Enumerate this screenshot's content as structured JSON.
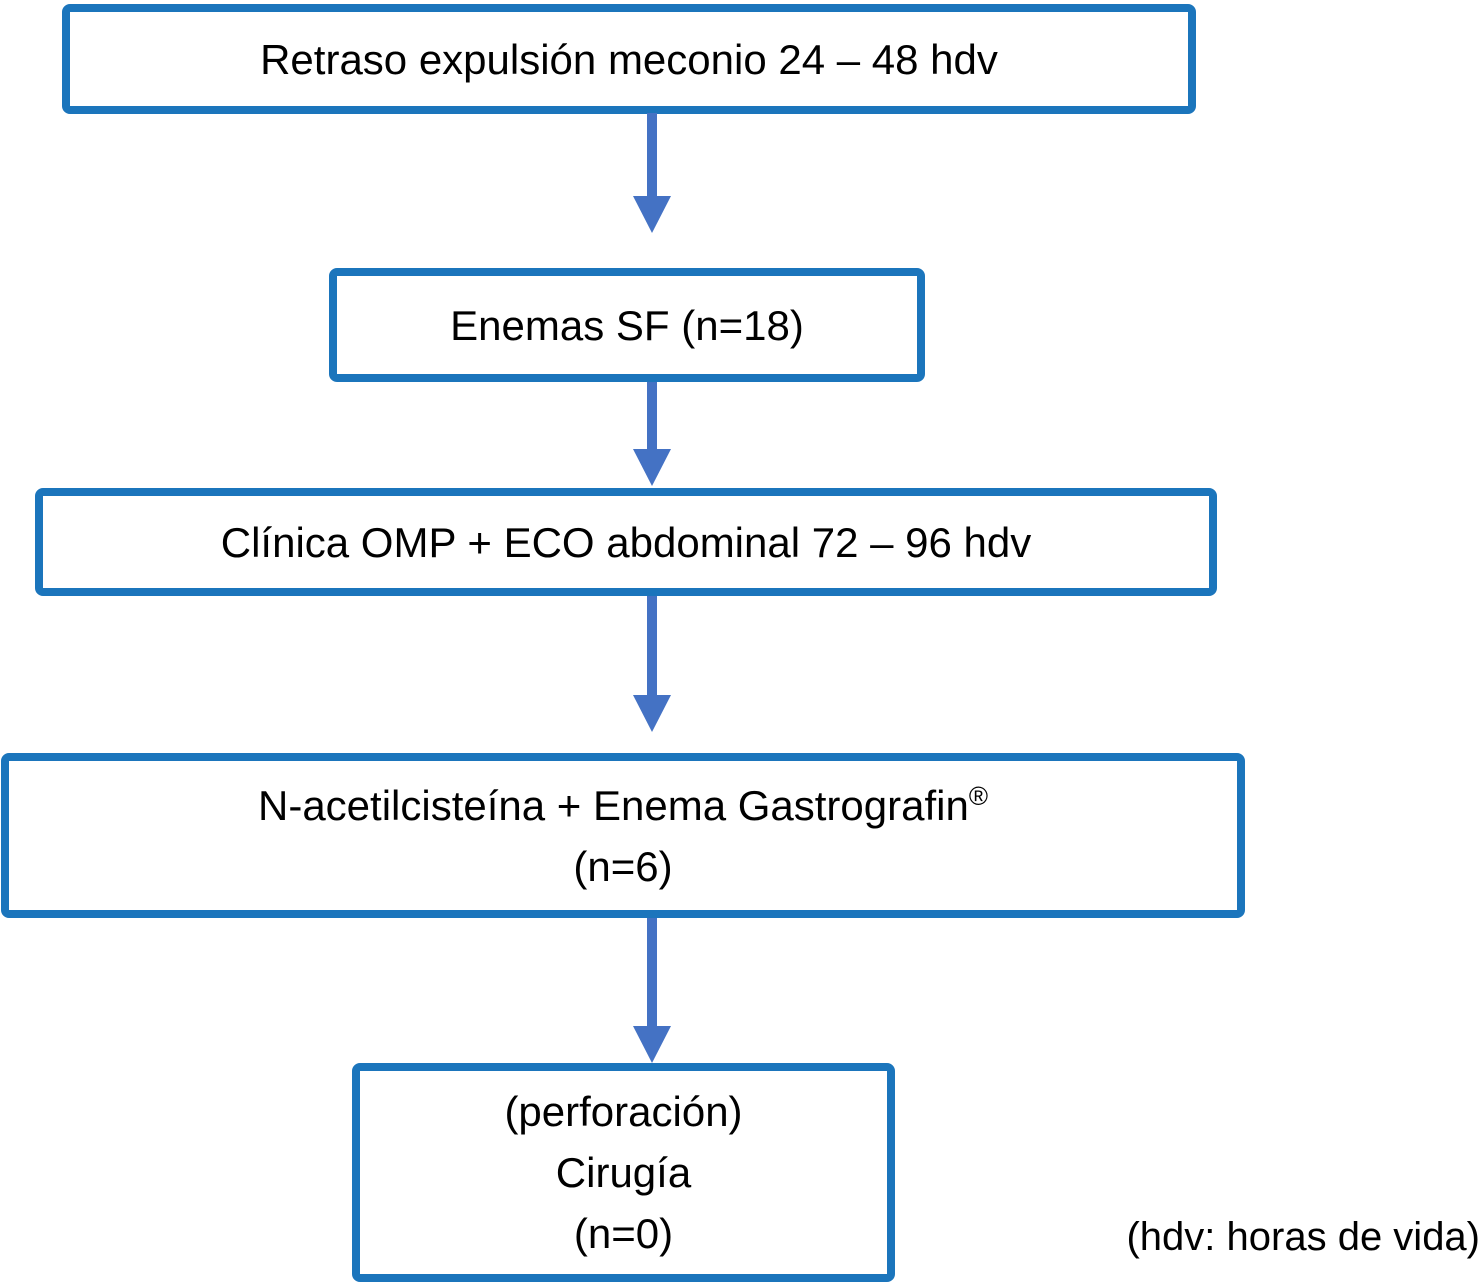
{
  "colors": {
    "box-border": "#1B75BC",
    "arrow": "#4472C4",
    "text": "#000000",
    "bg": "#FFFFFF"
  },
  "flowchart": {
    "boxes": [
      {
        "name": "retraso-expulsion-meconio",
        "lines": [
          "Retraso expulsión meconio 24 – 48 hdv"
        ]
      },
      {
        "name": "enemas-sf",
        "lines": [
          "Enemas SF (n=18)"
        ]
      },
      {
        "name": "clinica-omp-eco",
        "lines": [
          "Clínica OMP + ECO abdominal 72 – 96 hdv"
        ]
      },
      {
        "name": "nacetilcisteina-enema",
        "lines": [
          "N-acetilcisteína + Enema Gastrografin",
          "(n=6)"
        ],
        "superscript": "®"
      },
      {
        "name": "cirugia",
        "lines": [
          "(perforación)",
          "Cirugía",
          "(n=0)"
        ]
      }
    ],
    "footnote": "(hdv: horas de vida)"
  }
}
